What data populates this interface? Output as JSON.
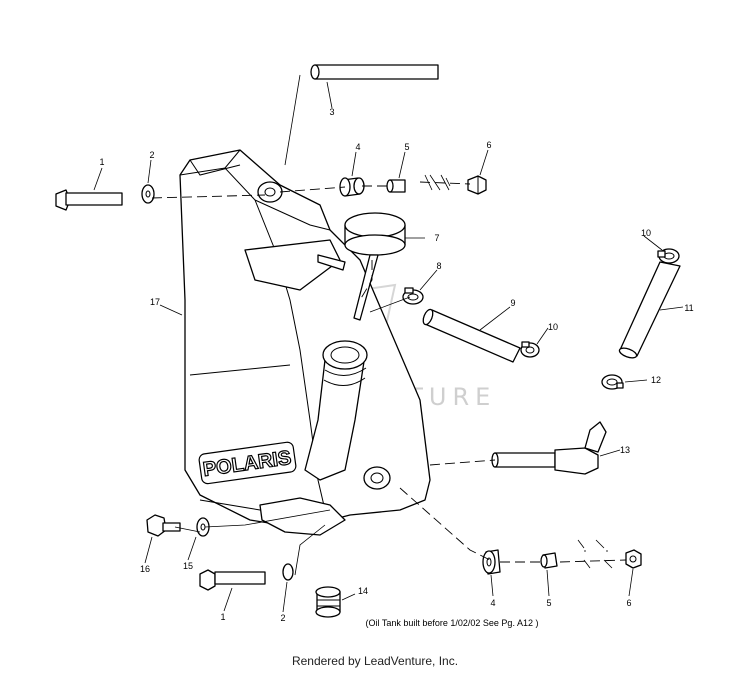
{
  "brand_logo_text": "POLARIS",
  "watermark_text": "LEADVENTURE",
  "footnote": "(Oil Tank built before 1/02/02 See Pg. A12 )",
  "credit": "Rendered by LeadVenture, Inc.",
  "callouts": [
    {
      "id": "c1a",
      "text": "1"
    },
    {
      "id": "c2a",
      "text": "2"
    },
    {
      "id": "c3",
      "text": "3"
    },
    {
      "id": "c4a",
      "text": "4"
    },
    {
      "id": "c5a",
      "text": "5"
    },
    {
      "id": "c6a",
      "text": "6"
    },
    {
      "id": "c7",
      "text": "7"
    },
    {
      "id": "c8",
      "text": "8"
    },
    {
      "id": "c9",
      "text": "9"
    },
    {
      "id": "c10a",
      "text": "10"
    },
    {
      "id": "c10b",
      "text": "10"
    },
    {
      "id": "c11",
      "text": "11"
    },
    {
      "id": "c12",
      "text": "12"
    },
    {
      "id": "c13",
      "text": "13"
    },
    {
      "id": "c14",
      "text": "14"
    },
    {
      "id": "c15",
      "text": "15"
    },
    {
      "id": "c16",
      "text": "16"
    },
    {
      "id": "c17",
      "text": "17"
    },
    {
      "id": "c1b",
      "text": "1"
    },
    {
      "id": "c2b",
      "text": "2"
    },
    {
      "id": "c4b",
      "text": "4"
    },
    {
      "id": "c5b",
      "text": "5"
    },
    {
      "id": "c6b",
      "text": "6"
    }
  ]
}
